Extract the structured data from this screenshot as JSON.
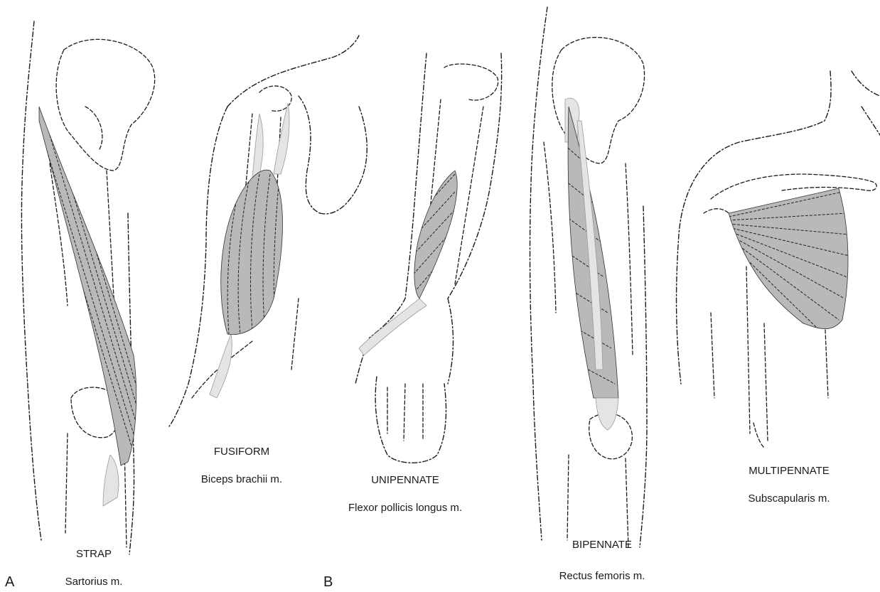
{
  "panel_labels": {
    "a": "A",
    "b": "B"
  },
  "muscles": [
    {
      "type": "STRAP",
      "name": "Sartorius m."
    },
    {
      "type": "FUSIFORM",
      "name": "Biceps brachii m."
    },
    {
      "type": "UNIPENNATE",
      "name": "Flexor pollicis longus m."
    },
    {
      "type": "BIPENNATE",
      "name": "Rectus femoris m."
    },
    {
      "type": "MULTIPENNATE",
      "name": "Subscapularis m."
    }
  ],
  "colors": {
    "muscle_fill": "#b9b9b9",
    "tendon_fill": "#e4e4e4",
    "line": "#1a1a1a"
  }
}
